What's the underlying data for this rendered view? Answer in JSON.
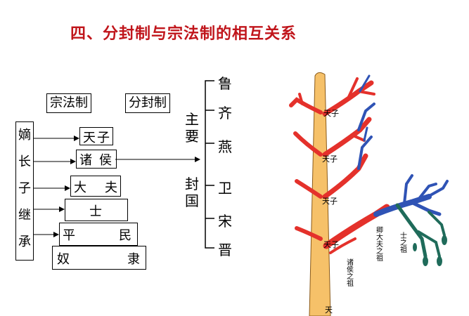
{
  "title": "四、分封制与宗法制的相互关系",
  "left_diagram": {
    "header_zongfa": "宗法制",
    "header_fenfeng": "分封制",
    "inheritance_chars": [
      "嫡",
      "长",
      "子",
      "继",
      "承"
    ],
    "levels": {
      "tianzi": [
        "天",
        "子"
      ],
      "zhuhou": [
        "诸",
        "侯"
      ],
      "dafu": [
        "大",
        "夫"
      ],
      "shi": "士",
      "pingmin": [
        "平",
        "民"
      ],
      "nuli": [
        "奴",
        "隶"
      ]
    },
    "main_label_chars": [
      "主",
      "要"
    ],
    "fief_label_chars": [
      "封",
      "国"
    ],
    "states": [
      "鲁",
      "齐",
      "燕",
      "卫",
      "宋",
      "晋"
    ]
  },
  "tree": {
    "trunk_labels": [
      "天子",
      "天子",
      "天子",
      "天子",
      "天"
    ],
    "zhuhou_label": "诸侯之祖",
    "qingdafu_label": "卿大夫之祖",
    "shi_label": "士之祖",
    "colors": {
      "trunk": "#f6c169",
      "zhuhou": "#e4312b",
      "dafu": "#2f53b5",
      "shi": "#1f6b5a"
    }
  }
}
